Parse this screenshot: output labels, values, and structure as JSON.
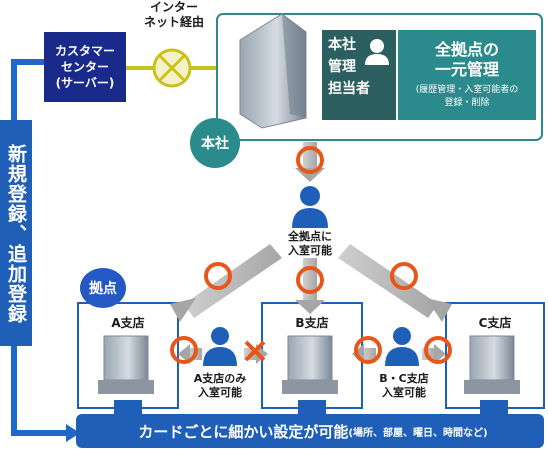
{
  "internet": {
    "line1": "インター",
    "line2": "ネット経由"
  },
  "customer_center": {
    "line1": "カスタマー",
    "line2": "センター",
    "line3": "(サーバー)"
  },
  "left_bar": {
    "text": "新規登録、追加登録"
  },
  "hq": {
    "badge": "本社",
    "admin": {
      "line1": "本社",
      "line2": "管理",
      "line3": "担当者"
    },
    "central": {
      "title1": "全拠点の",
      "title2": "一元管理",
      "sub1": "(履歴管理・入室可能者の",
      "sub2": "登録・削除"
    }
  },
  "person_all": {
    "line1": "全拠点に",
    "line2": "入室可能"
  },
  "sites_badge": "拠点",
  "branches": [
    {
      "label": "A支店"
    },
    {
      "label": "B支店"
    },
    {
      "label": "C支店"
    }
  ],
  "person_a": {
    "line1": "A支店のみ",
    "line2": "入室可能"
  },
  "person_bc": {
    "line1": "B・C支店",
    "line2": "入室可能"
  },
  "bottom_bar": {
    "main": "カードごとに細かい設定が可能",
    "sub": "(場所、部屋、曜日、時間など)"
  },
  "colors": {
    "navy": "#123e8c",
    "blue": "#1f68c9",
    "teal": "#2a8a8c",
    "orange": "#e8561a",
    "yellow": "#c9c21a"
  }
}
